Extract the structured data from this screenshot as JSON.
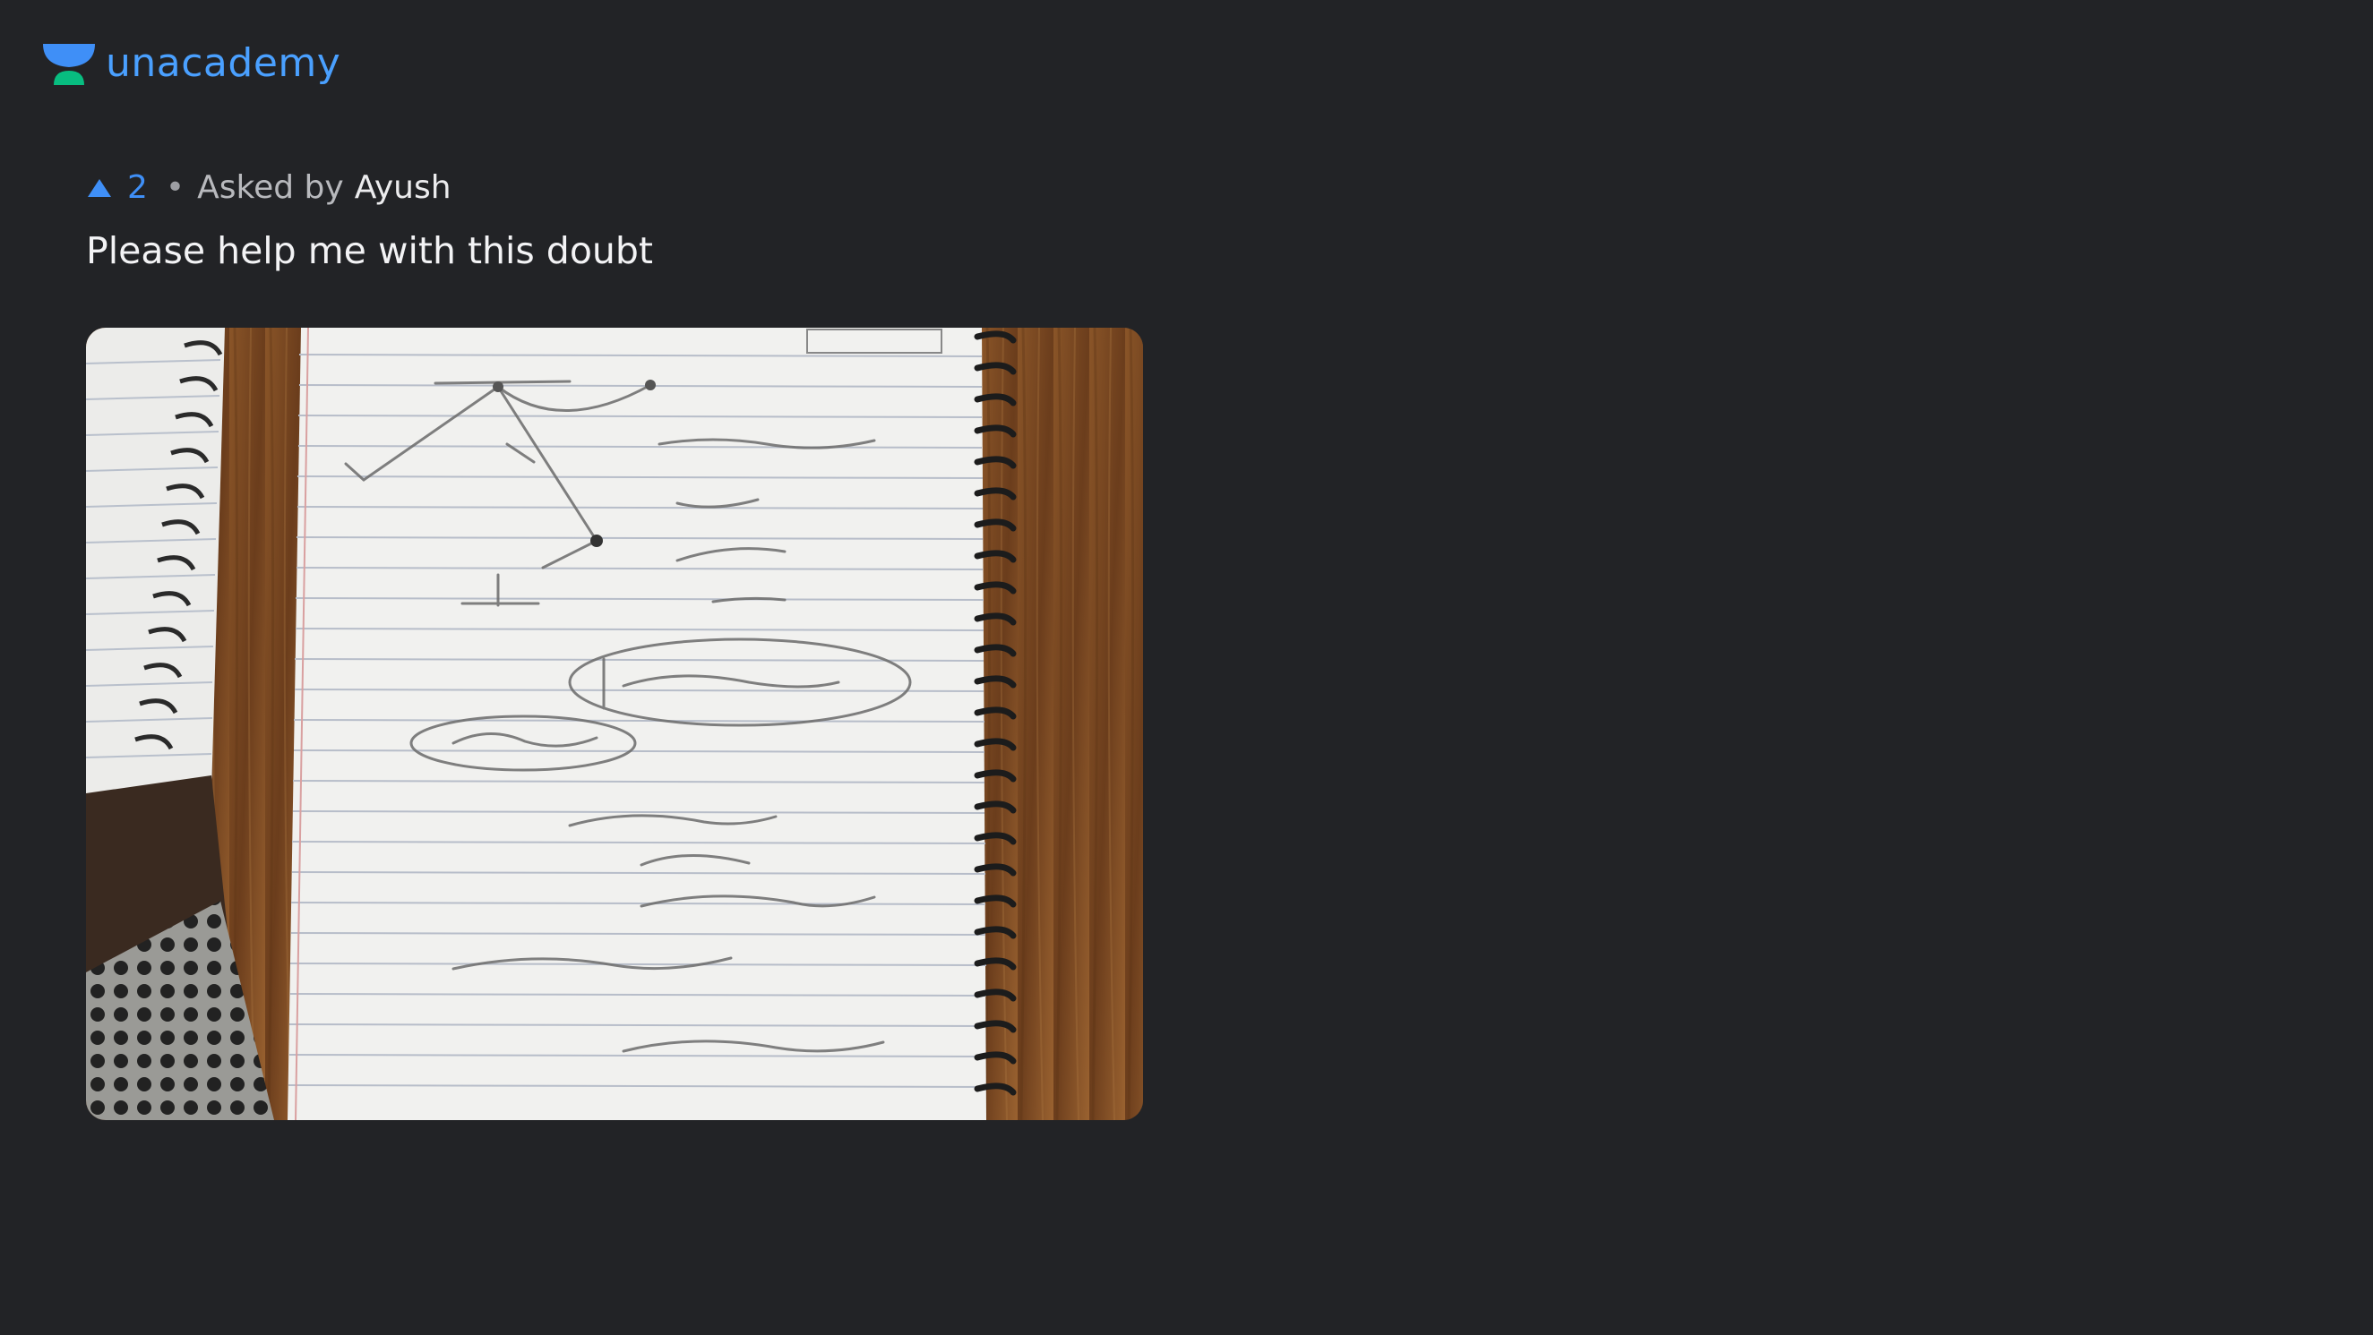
{
  "brand": {
    "name": "unacademy",
    "colors": {
      "primary": "#3f8ff7",
      "accent": "#08bd80"
    },
    "icon": "unacademy-logo-icon"
  },
  "question": {
    "upvote_icon": "upvote-triangle-icon",
    "upvotes": "2",
    "separator": "•",
    "asked_by_label": "Asked by",
    "author": "Ayush",
    "title": "Please help me with this doubt",
    "attachment": {
      "kind": "photo",
      "subject": "handwritten physics notes on a spiral notebook page"
    }
  },
  "background_color": "#222326"
}
